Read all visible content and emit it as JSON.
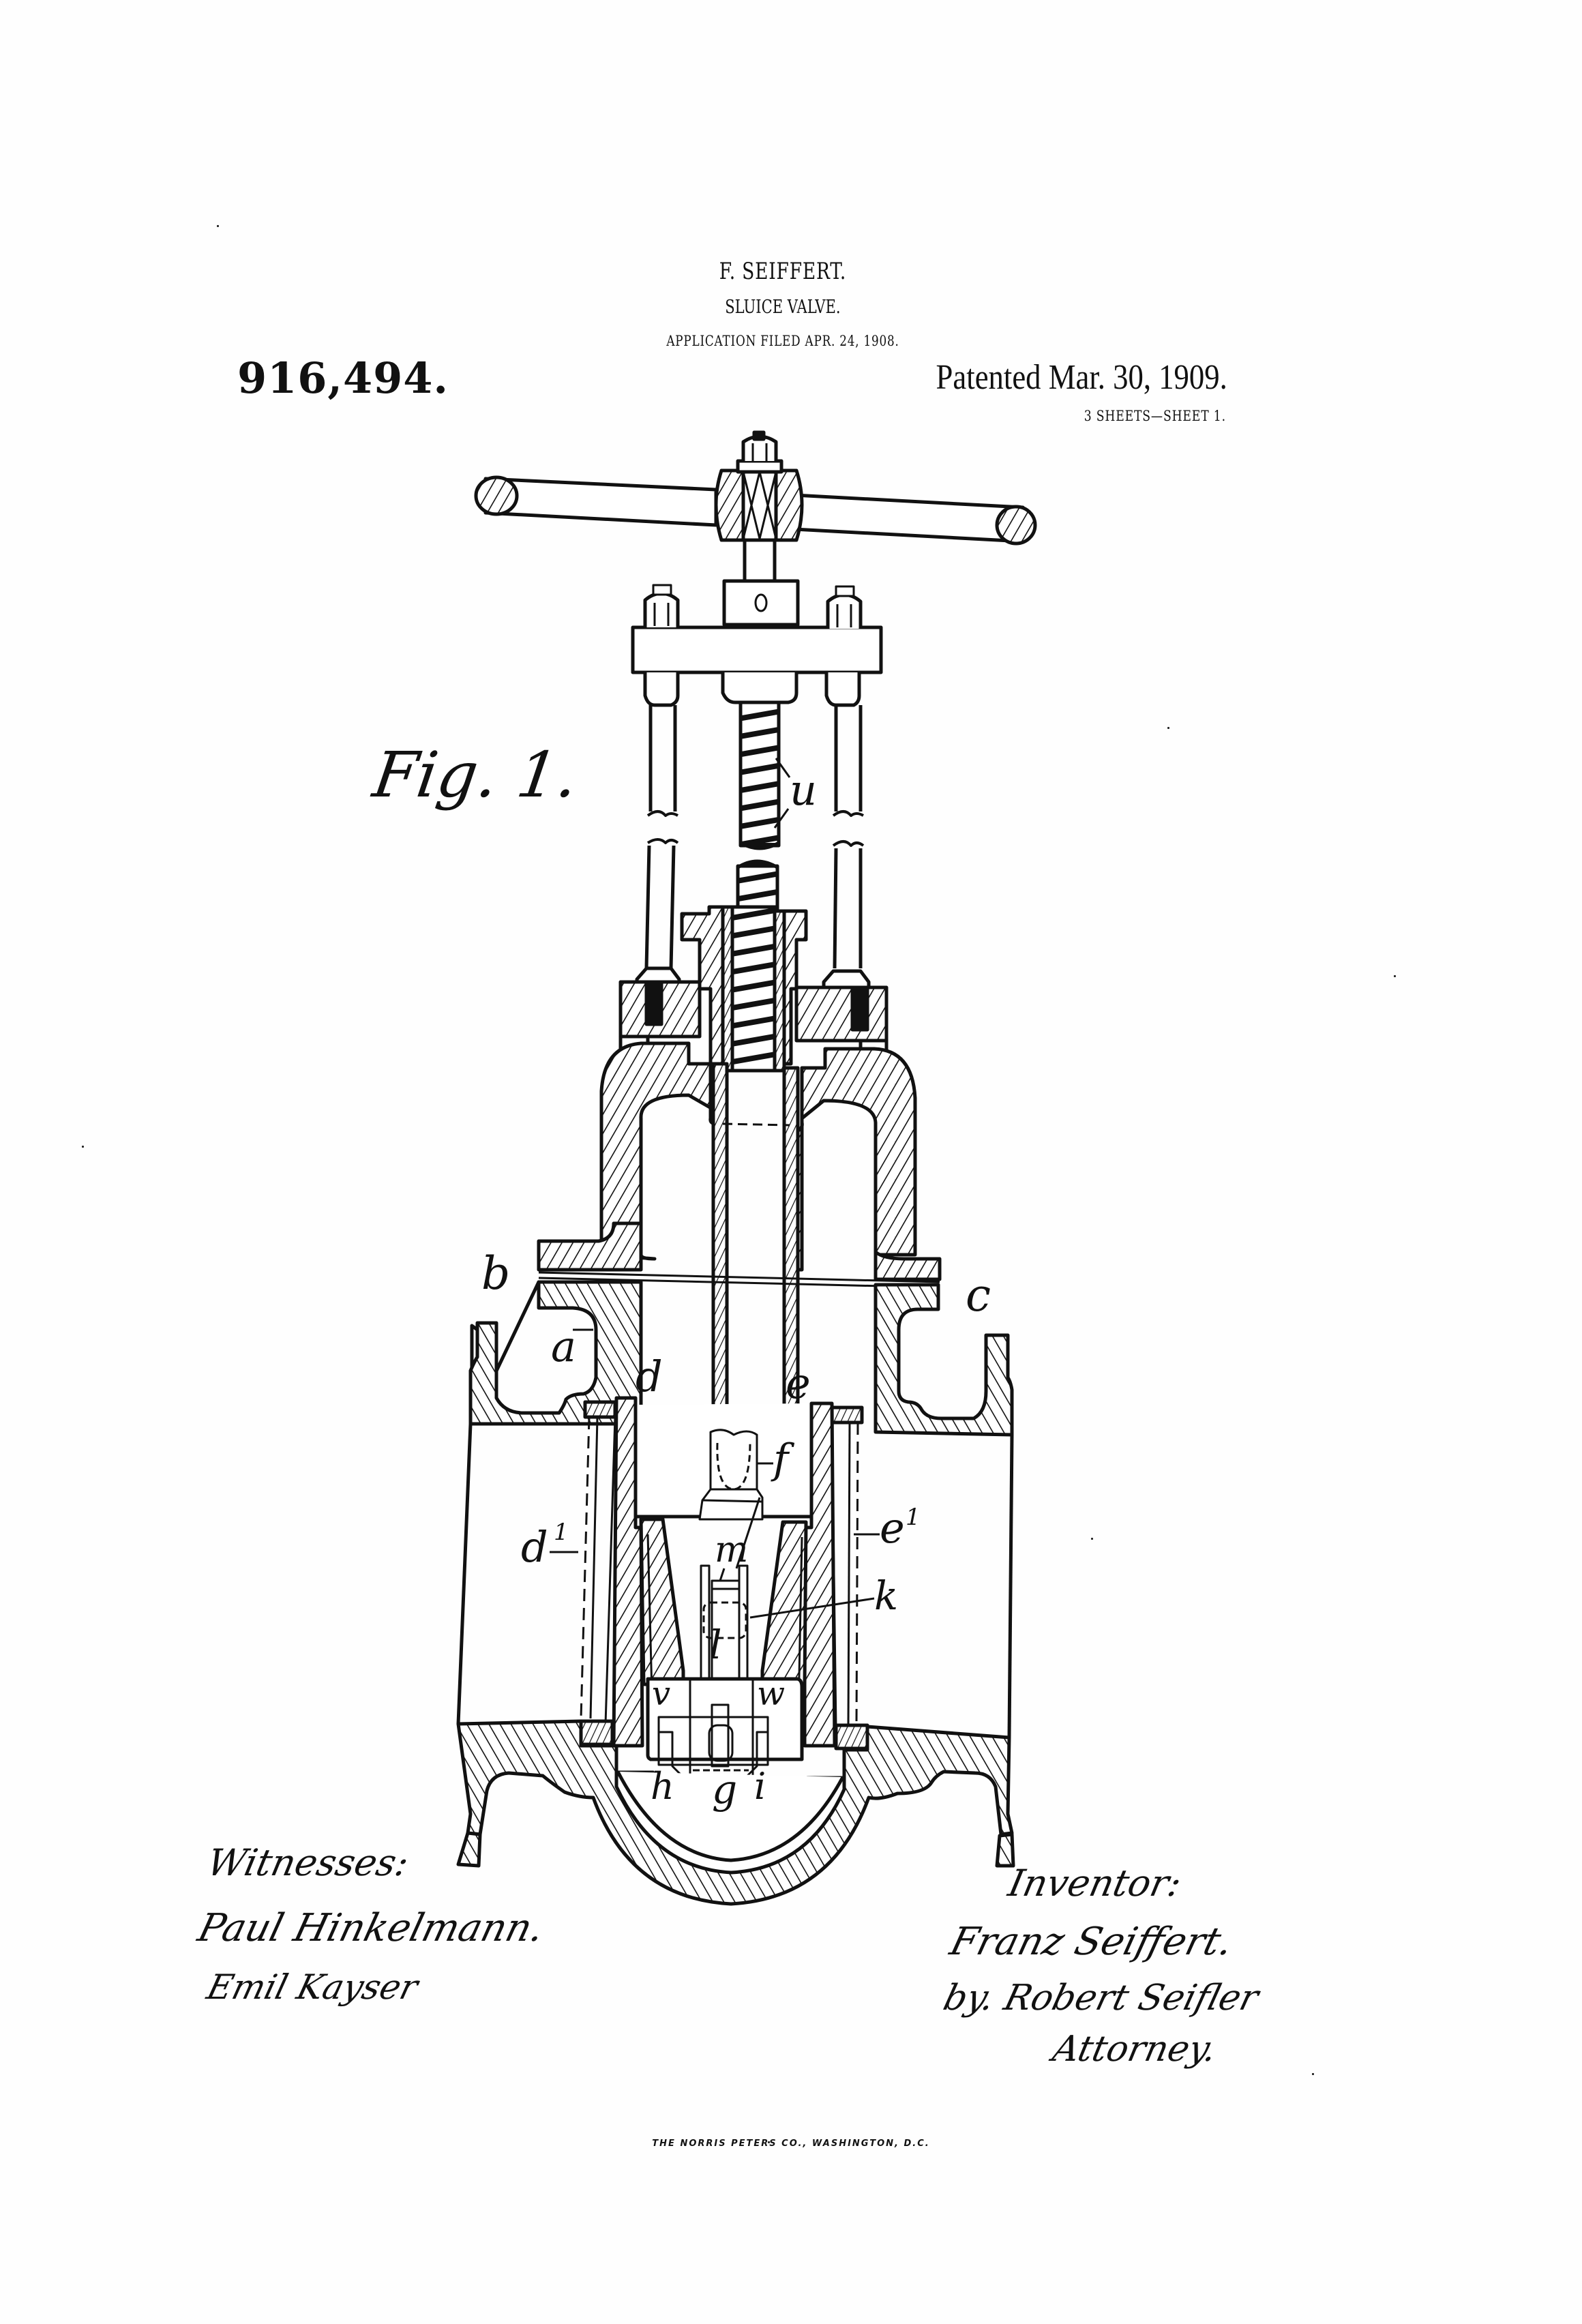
{
  "header": {
    "inventor": "F. SEIFFERT.",
    "title": "SLUICE VALVE.",
    "application_filed": "APPLICATION FILED APR. 24, 1908.",
    "patent_number": "916,494.",
    "patented_date": "Patented Mar. 30, 1909.",
    "sheet_info": "3 SHEETS—SHEET 1."
  },
  "figure": {
    "label": "Fig. 1.",
    "reference_labels": {
      "a": "a",
      "b": "b",
      "c": "c",
      "d": "d",
      "d1": "d",
      "d1_sup": "1",
      "e": "e",
      "e1": "e",
      "e1_sup": "1",
      "f": "f",
      "g": "g",
      "h": "h",
      "i": "i",
      "k": "k",
      "l": "l",
      "m": "m",
      "u": "u",
      "v": "v",
      "w": "w"
    }
  },
  "signatures": {
    "witnesses_label": "Witnesses:",
    "witnesses": [
      "Paul Hinkelmann.",
      "Emil Kayser"
    ],
    "inventor_label": "Inventor:",
    "inventor_signature": "Franz Seiffert.",
    "attorney_signature": "by. Robert Seifler",
    "attorney_label": "Attorney."
  },
  "footer": {
    "printer": "THE NORRIS PETERS CO., WASHINGTON, D.C."
  }
}
